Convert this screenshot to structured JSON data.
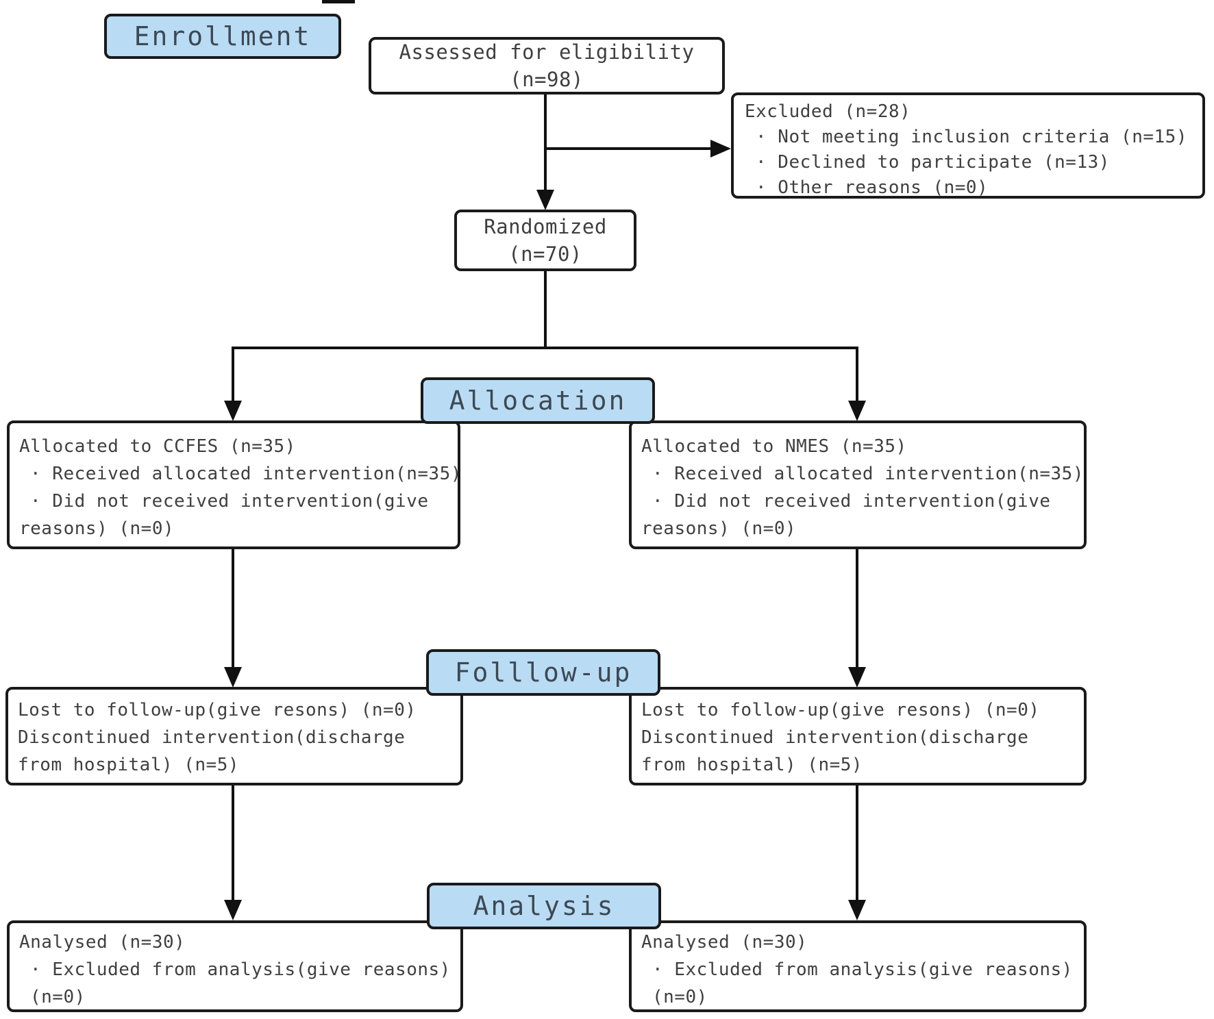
{
  "colors": {
    "stage_fill": "#badbf4",
    "box_border": "#1a1a1a",
    "body_text": "#3f3f3f",
    "stage_text": "#3c4954",
    "background": "#ffffff"
  },
  "stages": {
    "enrollment": "Enrollment",
    "allocation": "Allocation",
    "followup": "Folllow-up",
    "analysis": "Analysis"
  },
  "assessed": {
    "line1": "Assessed for eligibility",
    "line2": "(n=98)"
  },
  "excluded": {
    "title": "Excluded (n=28)",
    "items": [
      "· Not meeting inclusion criteria (n=15)",
      "· Declined to participate (n=13)",
      "· Other reasons (n=0)"
    ]
  },
  "randomized": {
    "line1": "Randomized",
    "line2": "(n=70)"
  },
  "allocated_ccfes": {
    "title": "Allocated to CCFES (n=35)",
    "bullet1": "· Received allocated intervention(n=35)",
    "bullet2": "· Did not received intervention(give",
    "cont": "reasons) (n=0)"
  },
  "allocated_nmes": {
    "title": "Allocated to NMES (n=35)",
    "bullet1": "· Received allocated intervention(n=35)",
    "bullet2": "· Did not received intervention(give",
    "cont": "reasons) (n=0)"
  },
  "followup_left": {
    "line1": "Lost to follow-up(give resons) (n=0)",
    "line2": "Discontinued intervention(discharge",
    "line3": "from hospital) (n=5)"
  },
  "followup_right": {
    "line1": "Lost to follow-up(give resons) (n=0)",
    "line2": "Discontinued intervention(discharge",
    "line3": "from hospital) (n=5)"
  },
  "analysis_left": {
    "title": "Analysed (n=30)",
    "bullet1": "· Excluded from analysis(give reasons)",
    "cont": "(n=0)"
  },
  "analysis_right": {
    "title": "Analysed (n=30)",
    "bullet1": "· Excluded from analysis(give reasons)",
    "cont": "(n=0)"
  }
}
